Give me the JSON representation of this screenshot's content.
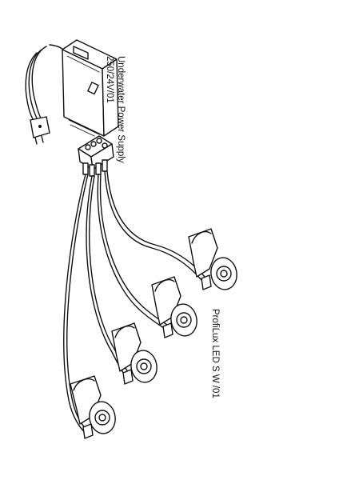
{
  "labels": {
    "power_supply_name": "Underwater Power Supply",
    "power_supply_code": "250/24V/01",
    "led_name": "ProfiLux LED S W /01"
  }
}
